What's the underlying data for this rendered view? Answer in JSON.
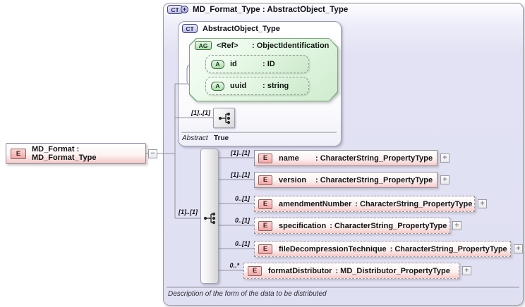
{
  "icons": {
    "collapse": "−",
    "expand": "+"
  },
  "root_element": {
    "badge": "E",
    "label": "MD_Format : MD_Format_Type"
  },
  "complex_type": {
    "badge": "CT",
    "title": "MD_Format_Type : AbstractObject_Type",
    "sequence_cardinality": "[1]..[1]",
    "description": "Description of the form of the data to be distributed",
    "base_type": {
      "badge": "CT",
      "title": "AbstractObject_Type",
      "sequence_cardinality": "[1]..[1]",
      "abstract_label": "Abstract",
      "abstract_value": "True",
      "attribute_group": {
        "badge": "AG",
        "name": "<Ref>",
        "type": ": ObjectIdentification",
        "attributes": [
          {
            "badge": "A",
            "name": "id",
            "type": ": ID"
          },
          {
            "badge": "A",
            "name": "uuid",
            "type": ": string"
          }
        ]
      }
    },
    "children": [
      {
        "badge": "E",
        "cardinality": "[1]..[1]",
        "name": "name",
        "type": ": CharacterString_PropertyType"
      },
      {
        "badge": "E",
        "cardinality": "[1]..[1]",
        "name": "version",
        "type": ": CharacterString_PropertyType"
      },
      {
        "badge": "E",
        "cardinality": "0..[1]",
        "name": "amendmentNumber",
        "type": ": CharacterString_PropertyType"
      },
      {
        "badge": "E",
        "cardinality": "0..[1]",
        "name": "specification",
        "type": ": CharacterString_PropertyType"
      },
      {
        "badge": "E",
        "cardinality": "0..[1]",
        "name": "fileDecompressionTechnique",
        "type": ": CharacterString_PropertyType"
      },
      {
        "badge": "E",
        "cardinality": "0..*",
        "name": "formatDistributor",
        "type": ": MD_Distributor_PropertyType"
      }
    ]
  },
  "colors": {
    "complex_type_bg": "#e2e2f4",
    "attr_group_green": "#ddf3dd",
    "element_pink": "#f5caca",
    "wire_gray": "#8f8f9c"
  }
}
